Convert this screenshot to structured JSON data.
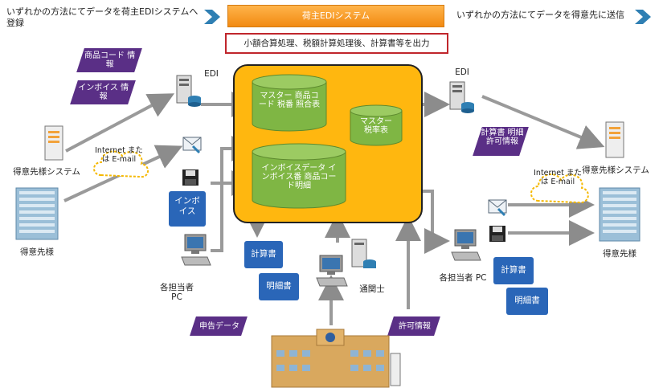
{
  "header": {
    "left_note": "いずれかの方法にてデータを荷主EDIシステムへ登録",
    "center_bar": "荷主EDIシステム",
    "right_note": "いずれかの方法にてデータを得意先に送信"
  },
  "process_box": "小額合算処理、税額計算処理後、計算書等を出力",
  "core": {
    "db1": "マスター 商品コード 税番 照合表",
    "db2": "マスター 税率表",
    "db3": "インボイスデータ インボイス番 商品コード明細"
  },
  "left": {
    "tag1": "商品コード 情報",
    "tag2": "インボイス 情報",
    "edi": "EDI",
    "customer_system": "得意先様システム",
    "internet": "Internet または E-mail",
    "invoice_card": "インボイス",
    "customer": "得意先様",
    "pc": "各担当者 PC"
  },
  "center": {
    "calc_doc": "計算書",
    "detail_doc": "明細書",
    "customs_broker": "通関士",
    "declaration_tag": "申告データ",
    "permit_tag": "許可情報"
  },
  "right": {
    "edi": "EDI",
    "tag": "計算書 明細 許可情報",
    "customer_system": "得意先様システム",
    "internet": "Internet または E-mail",
    "customer": "得意先様",
    "pc": "各担当者 PC",
    "calc_doc": "計算書",
    "detail_doc": "明細書"
  },
  "colors": {
    "accent_orange": "#f7a722",
    "core_yellow": "#ffb70f",
    "db_green": "#7fb644",
    "tag_purple": "#5a2f86",
    "doc_blue": "#2a66b8",
    "arrow_gray": "#9a9a9a",
    "red_border": "#c0262c"
  }
}
